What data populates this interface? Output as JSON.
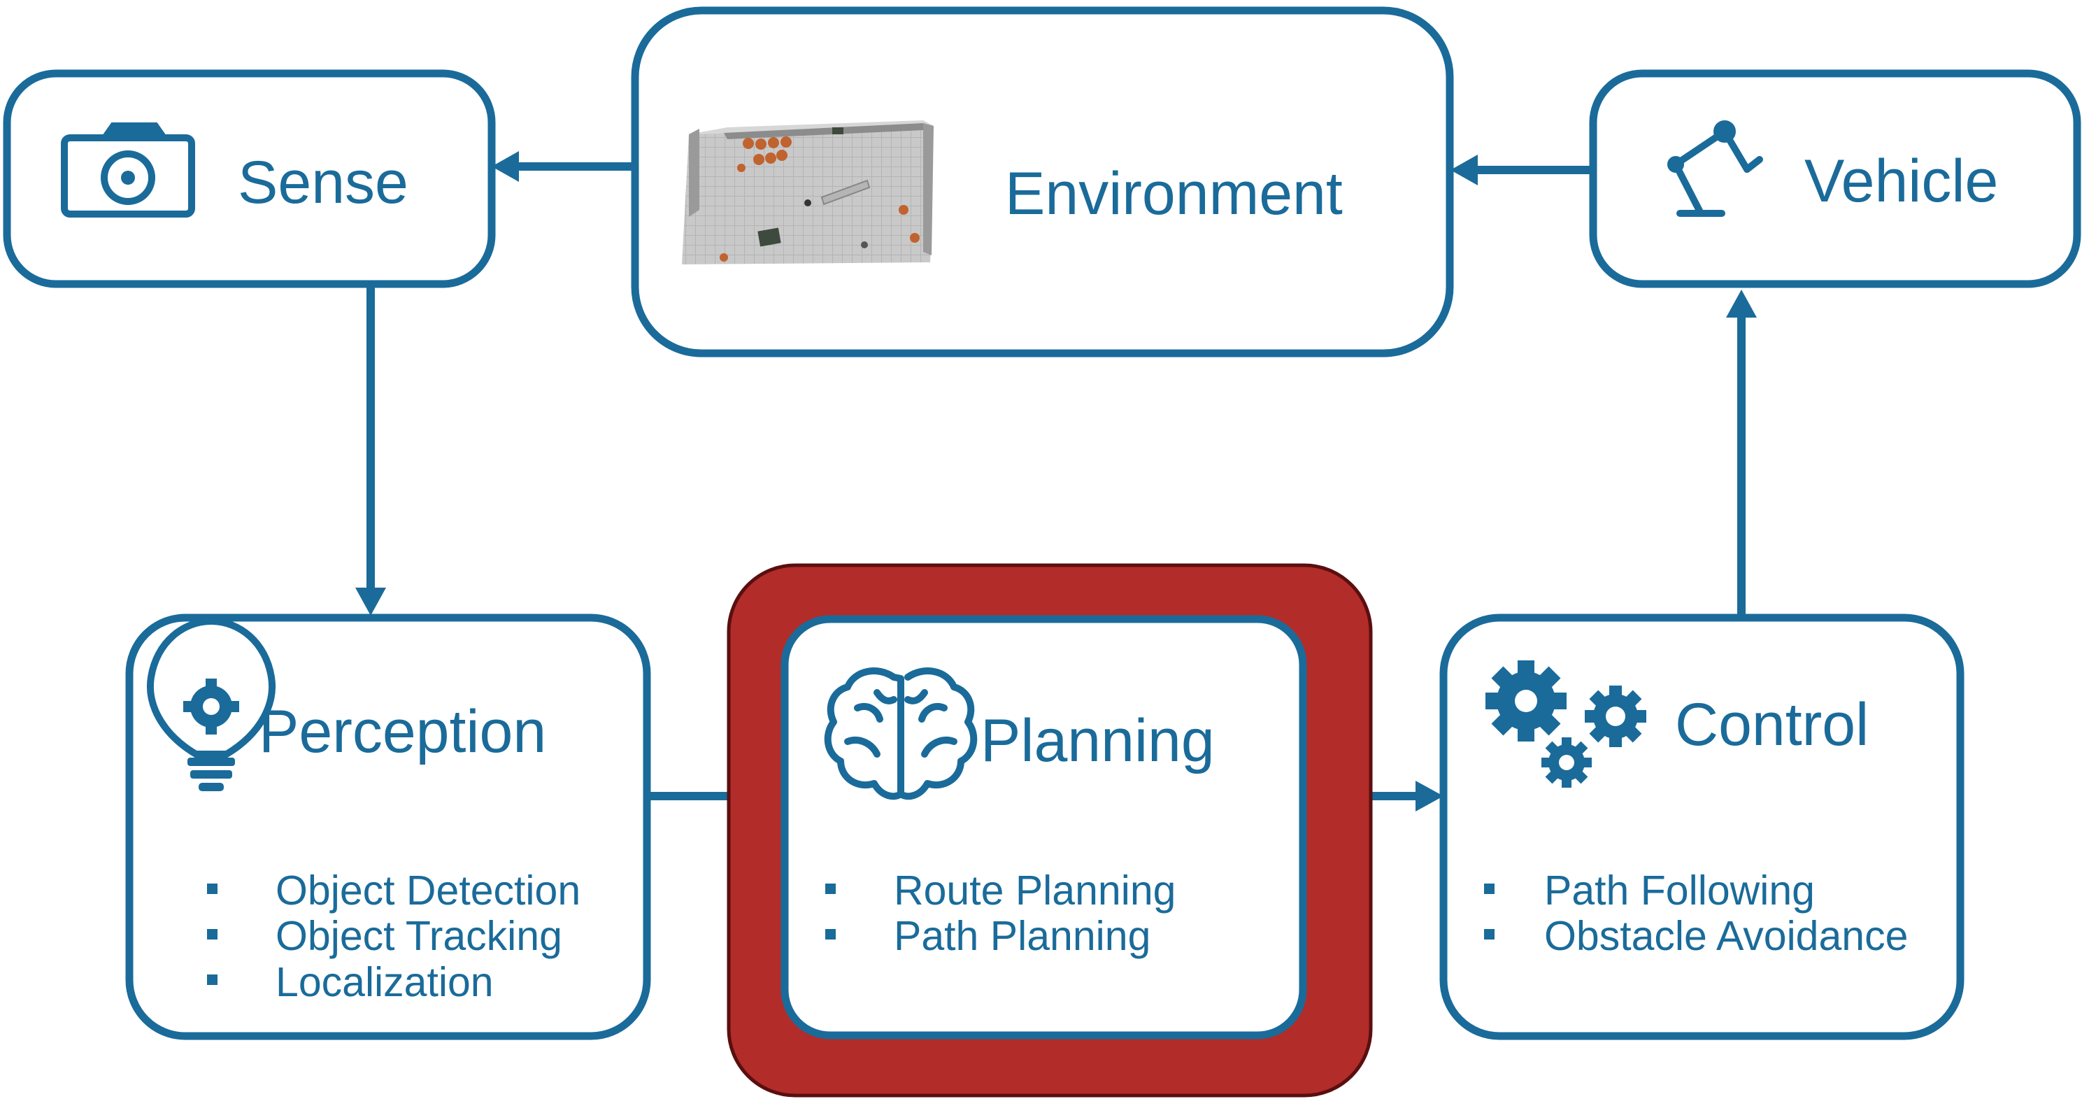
{
  "colors": {
    "primary": "#1a6b9a",
    "highlight_fill": "#b22c2a",
    "highlight_border": "#5a0f0f",
    "background": "#ffffff"
  },
  "nodes": {
    "sense": {
      "title": "Sense",
      "icon": "camera-icon"
    },
    "environment": {
      "title": "Environment",
      "image": "simulated-environment-thumbnail"
    },
    "vehicle": {
      "title": "Vehicle",
      "icon": "robot-arm-icon"
    },
    "perception": {
      "title": "Perception",
      "icon": "lightbulb-gear-icon",
      "items": [
        "Object Detection",
        "Object Tracking",
        "Localization"
      ]
    },
    "planning": {
      "title": "Planning",
      "icon": "brain-icon",
      "highlighted": true,
      "items": [
        "Route Planning",
        "Path Planning"
      ]
    },
    "control": {
      "title": "Control",
      "icon": "gears-icon",
      "items": [
        "Path Following",
        "Obstacle Avoidance"
      ]
    }
  },
  "edges": [
    {
      "from": "environment",
      "to": "sense"
    },
    {
      "from": "vehicle",
      "to": "environment"
    },
    {
      "from": "sense",
      "to": "perception"
    },
    {
      "from": "perception",
      "to": "planning"
    },
    {
      "from": "planning",
      "to": "control"
    },
    {
      "from": "control",
      "to": "vehicle"
    }
  ]
}
